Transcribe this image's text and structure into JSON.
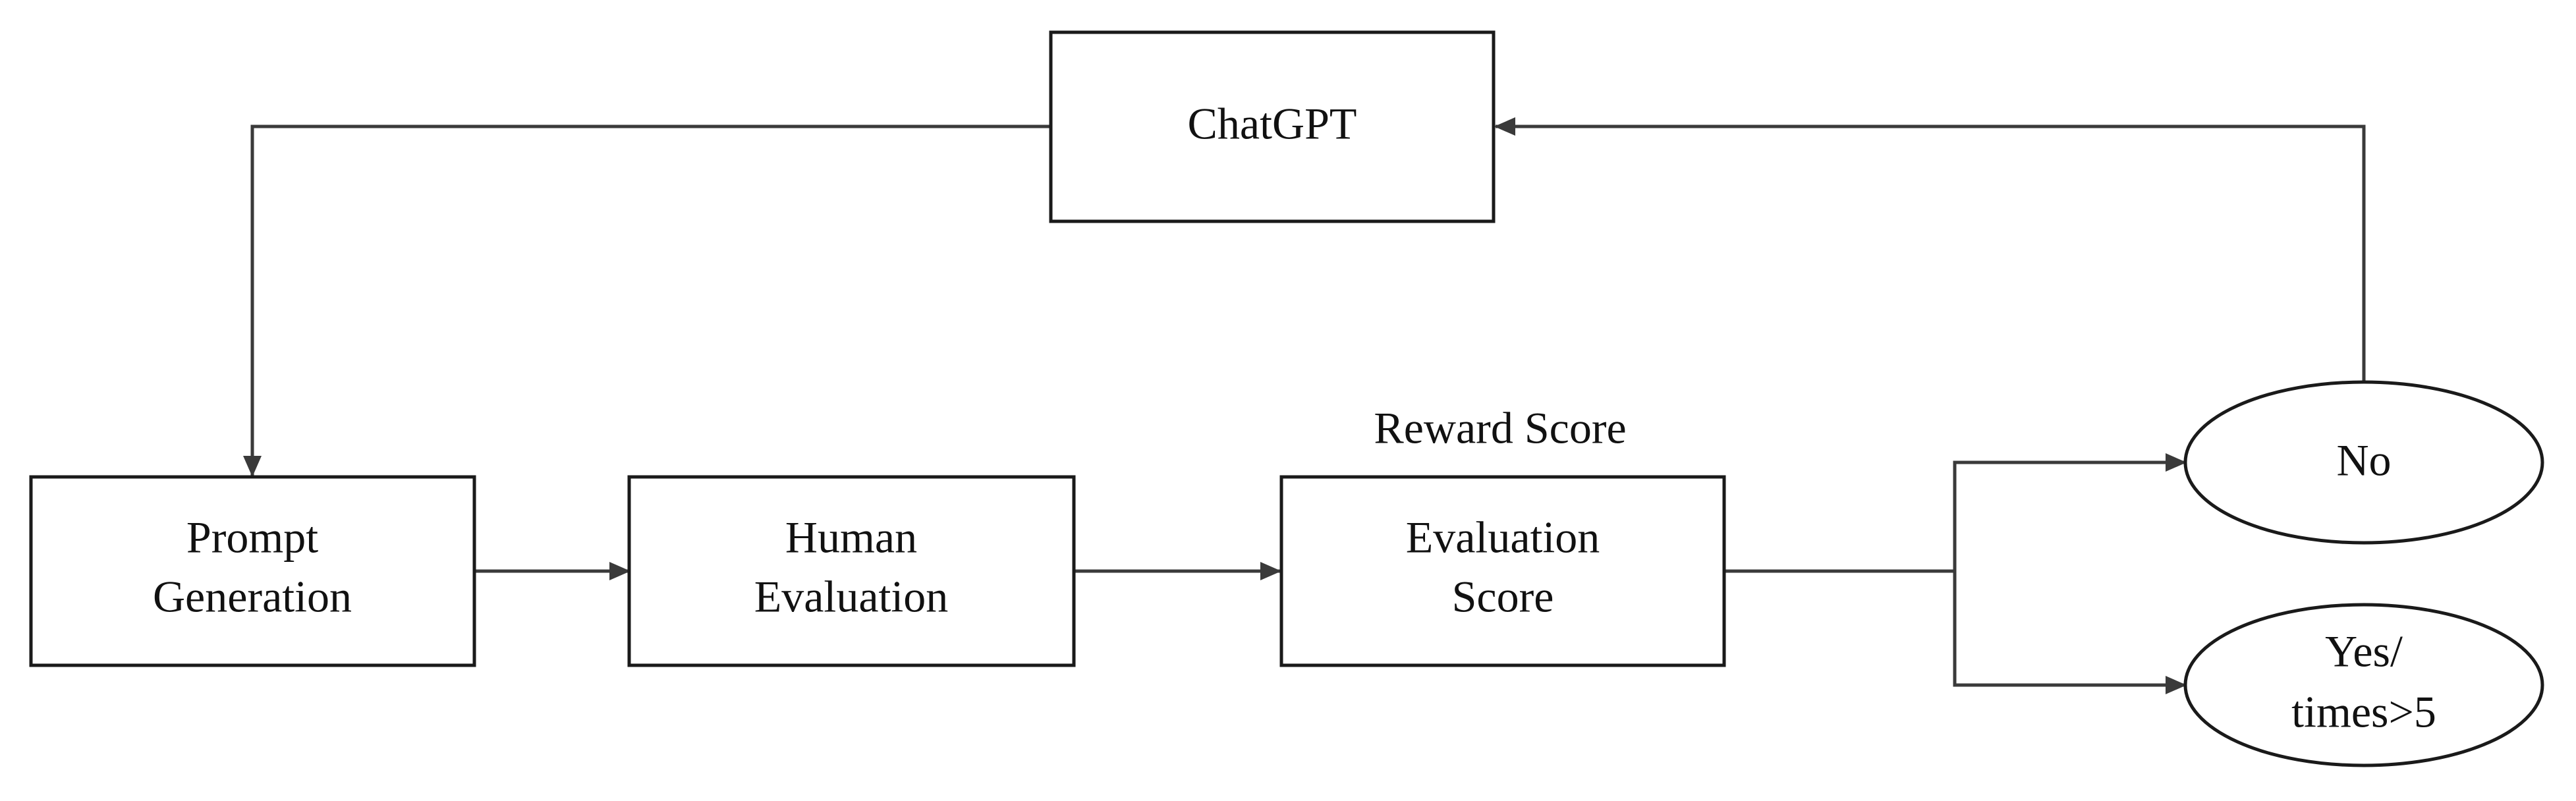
{
  "diagram": {
    "type": "flowchart",
    "nodes": {
      "chatgpt": {
        "label": "ChatGPT",
        "shape": "rectangle"
      },
      "prompt_generation": {
        "line1": "Prompt",
        "line2": "Generation",
        "shape": "rectangle"
      },
      "human_evaluation": {
        "line1": "Human",
        "line2": "Evaluation",
        "shape": "rectangle"
      },
      "evaluation_score": {
        "line1": "Evaluation",
        "line2": "Score",
        "shape": "rectangle"
      },
      "no": {
        "label": "No",
        "shape": "ellipse"
      },
      "yes": {
        "line1": "Yes/",
        "line2": "times>5",
        "shape": "ellipse"
      }
    },
    "annotations": {
      "reward_score": "Reward Score"
    },
    "edges": [
      {
        "from": "chatgpt",
        "to": "prompt_generation"
      },
      {
        "from": "prompt_generation",
        "to": "human_evaluation"
      },
      {
        "from": "human_evaluation",
        "to": "evaluation_score"
      },
      {
        "from": "evaluation_score",
        "to": "no"
      },
      {
        "from": "evaluation_score",
        "to": "yes"
      },
      {
        "from": "no",
        "to": "chatgpt"
      }
    ],
    "colors": {
      "stroke": "#1a1a1a",
      "edge": "#3a3a3a",
      "text": "#111111",
      "background": "#ffffff"
    }
  }
}
